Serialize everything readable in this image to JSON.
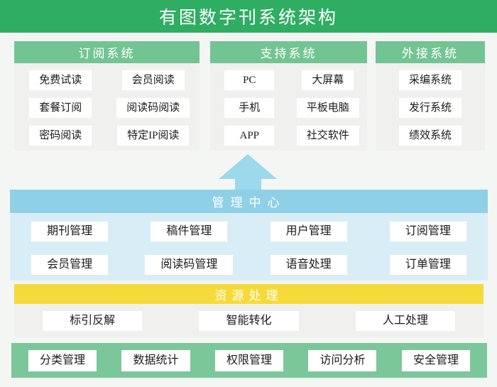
{
  "title": "有图数字刊系统架构",
  "colors": {
    "title_bar_green": "#2ead63",
    "panel_header_green": "#73c493",
    "bottom_bar_green": "#7bc79a",
    "management_bar_blue": "#8ed1e7",
    "management_body_blue": "#d9edf6",
    "arrow_blue": "#9ed8ec",
    "resource_bar_yellow": "#f6da3a",
    "panel_body_gray": "#f0f0ee",
    "page_background": "#f4f6f3",
    "item_text": "#1b1b1b"
  },
  "top_sections": [
    {
      "header": "订阅系统",
      "items": [
        [
          "免费试读",
          "会员阅读"
        ],
        [
          "套餐订阅",
          "阅读码阅读"
        ],
        [
          "密码阅读",
          "特定IP阅读"
        ]
      ]
    },
    {
      "header": "支持系统",
      "items": [
        [
          "PC",
          "大屏幕"
        ],
        [
          "手机",
          "平板电脑"
        ],
        [
          "APP",
          "社交软件"
        ]
      ]
    },
    {
      "header": "外接系统",
      "items": [
        [
          "采编系统"
        ],
        [
          "发行系统"
        ],
        [
          "绩效系统"
        ]
      ]
    }
  ],
  "management_center": {
    "header": "管理中心",
    "rows": [
      [
        "期刊管理",
        "稿件管理",
        "用户管理",
        "订阅管理"
      ],
      [
        "会员管理",
        "阅读码管理",
        "语音处理",
        "订单管理"
      ]
    ]
  },
  "resource_processing": {
    "header": "资源处理",
    "items": [
      "标引反解",
      "智能转化",
      "人工处理"
    ]
  },
  "bottom_bar": {
    "items": [
      "分类管理",
      "数据统计",
      "权限管理",
      "访问分析",
      "安全管理"
    ]
  }
}
